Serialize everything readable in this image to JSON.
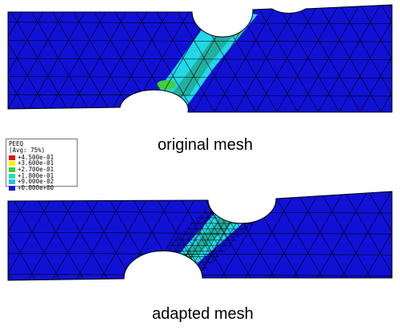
{
  "captions": {
    "top": "original mesh",
    "bottom": "adapted mesh"
  },
  "legend": {
    "title": "PEEQ",
    "subtitle": "(Avg: 75%)",
    "entries": [
      {
        "label": "+4.500e-01",
        "color": "#e01010"
      },
      {
        "label": "+3.600e-01",
        "color": "#ffee00"
      },
      {
        "label": "+2.700e-01",
        "color": "#37d037"
      },
      {
        "label": "+1.800e-01",
        "color": "#22e0b0"
      },
      {
        "label": "+9.000e-02",
        "color": "#28c0e8"
      },
      {
        "label": "+0.000e+00",
        "color": "#1515d8"
      }
    ]
  },
  "colors": {
    "base": "#1111d6",
    "band_outer": "#22d8e6",
    "band_inner": "#20b0a0",
    "hot_yellow": "#e8e030",
    "hot_red": "#e02010",
    "green": "#40d040",
    "mesh_line": "#000000"
  }
}
